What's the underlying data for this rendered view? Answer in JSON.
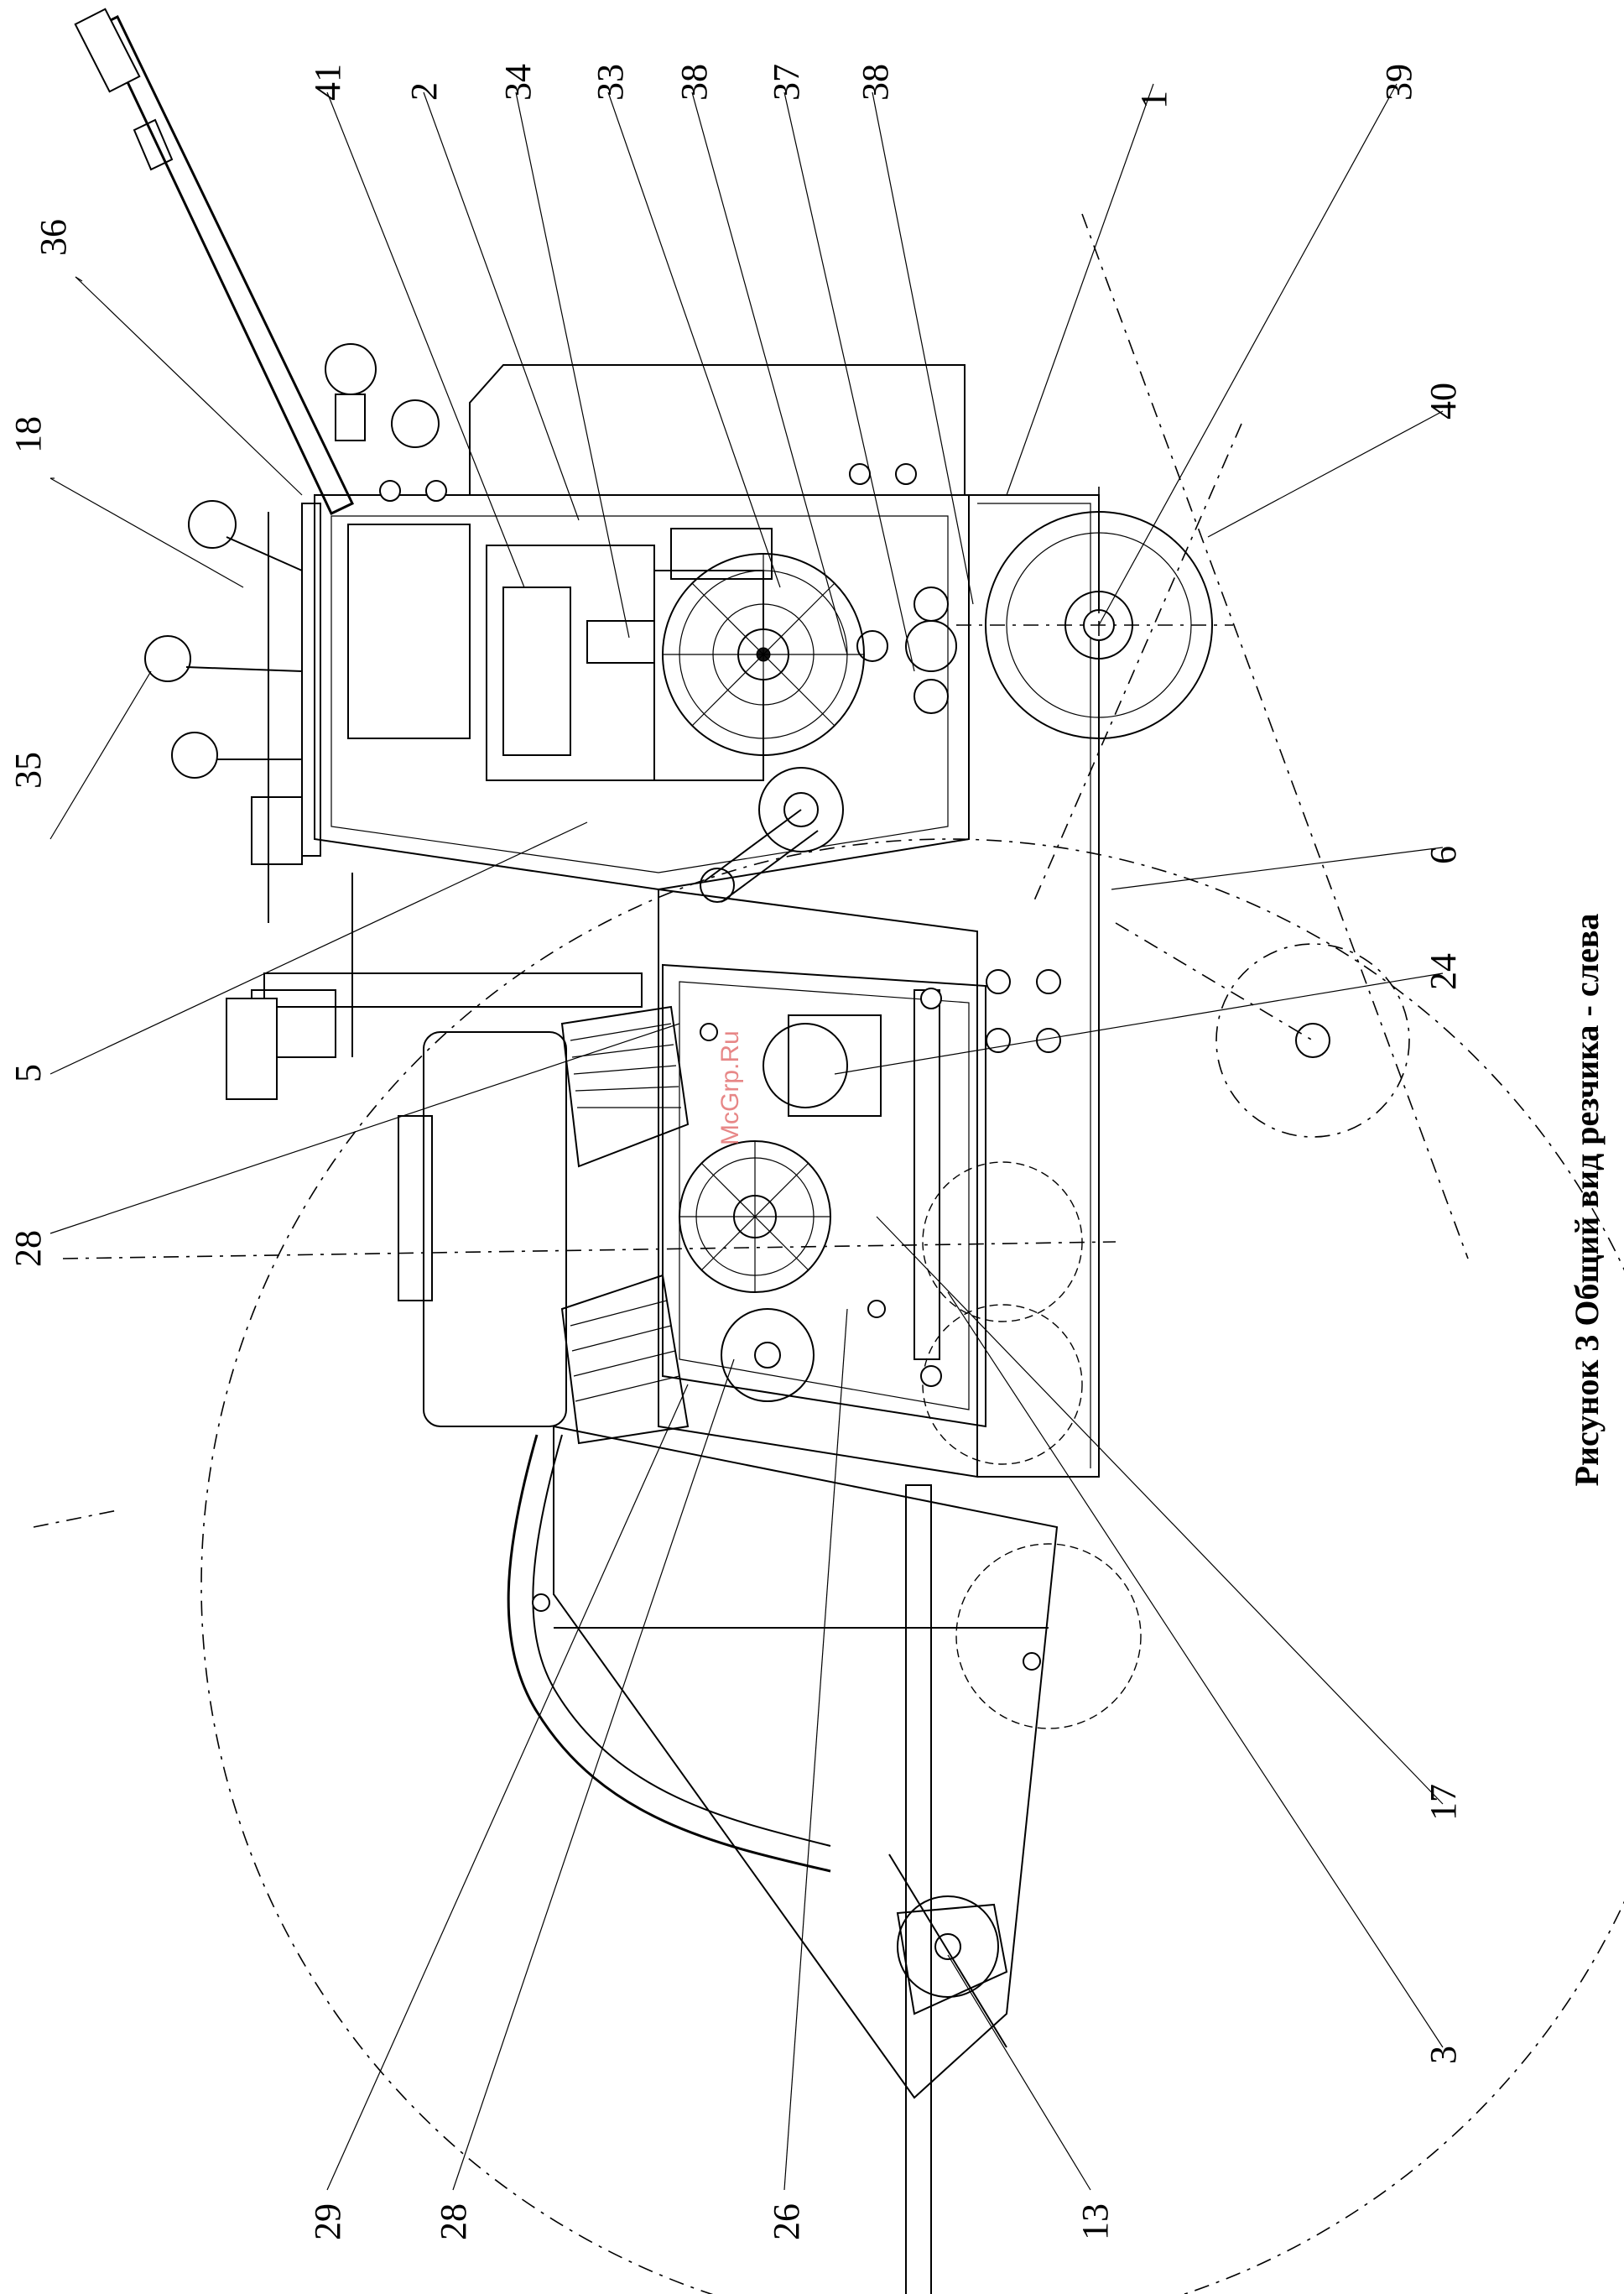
{
  "caption": "Рисунок 3  Общий вид резчика - слева",
  "watermark": "McGrp.Ru",
  "callouts": [
    {
      "id": "c36",
      "label": "36"
    },
    {
      "id": "c18",
      "label": "18"
    },
    {
      "id": "c35",
      "label": "35"
    },
    {
      "id": "c5",
      "label": "5"
    },
    {
      "id": "c28a",
      "label": "28"
    },
    {
      "id": "c41",
      "label": "41"
    },
    {
      "id": "c2",
      "label": "2"
    },
    {
      "id": "c34",
      "label": "34"
    },
    {
      "id": "c33",
      "label": "33"
    },
    {
      "id": "c38a",
      "label": "38"
    },
    {
      "id": "c37",
      "label": "37"
    },
    {
      "id": "c38b",
      "label": "38"
    },
    {
      "id": "c1",
      "label": "1"
    },
    {
      "id": "c39",
      "label": "39"
    },
    {
      "id": "c40",
      "label": "40"
    },
    {
      "id": "c6",
      "label": "6"
    },
    {
      "id": "c24",
      "label": "24"
    },
    {
      "id": "c17",
      "label": "17"
    },
    {
      "id": "c3",
      "label": "3"
    },
    {
      "id": "c13",
      "label": "13"
    },
    {
      "id": "c26",
      "label": "26"
    },
    {
      "id": "c28b",
      "label": "28"
    },
    {
      "id": "c29",
      "label": "29"
    }
  ]
}
